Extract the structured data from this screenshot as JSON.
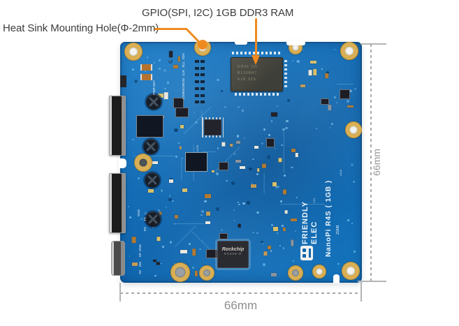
{
  "annotations": {
    "heatsink_label": "Heat Sink Mounting Hole(Φ-2mm)",
    "gpio_label": "GPIO(SPI, I2C)",
    "ram_label": "1GB DDR3 RAM"
  },
  "dimensions": {
    "board_width": "66mm",
    "board_height": "66mm"
  },
  "board": {
    "silkscreen": {
      "brand_top": "FRIENDLY",
      "brand_bottom": "ELEC",
      "model": "NanoPi R4S ( 1GB )",
      "rev": "2008",
      "gpio_pins": [
        "SDA",
        "SCL",
        "CLK",
        "MOSI",
        "MISO",
        "CS"
      ],
      "pwr_key": "PWR KEY",
      "uart_pins": [
        "GND",
        "TX",
        "RX"
      ],
      "usb_pins": [
        "GND",
        "DP",
        "DM",
        "5V"
      ],
      "refs": [
        "U126",
        "U110",
        "U10",
        "V13"
      ]
    },
    "chips": {
      "ram_marking": [
        "DH36 39r",
        "B139BH7",
        "E1B 33S"
      ],
      "pmic_brand": "Rockchip",
      "pmic_part": "RK808-D"
    }
  },
  "colors": {
    "pcb_blue": "#1473BE",
    "annotation_orange": "#EE8A1F",
    "hole_gold": "#D9AF55",
    "dimension_gray": "#9B9B9B",
    "label_text": "#3D3D3D"
  }
}
